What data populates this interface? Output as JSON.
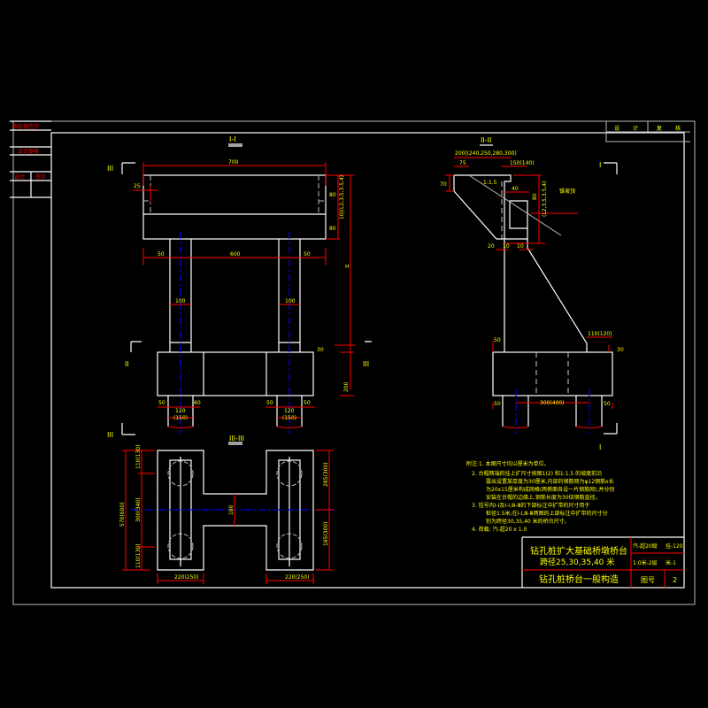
{
  "left_table": {
    "rows": [
      "审批核签字",
      "设计复核",
      "设计",
      "签字"
    ]
  },
  "top_right_table": {
    "cells": [
      "设",
      "计",
      "复",
      "核"
    ]
  },
  "view_front": {
    "title": "I-I",
    "dims": {
      "top": "700",
      "cap_lip": "25",
      "left_off": "50",
      "center": "600",
      "right_off": "50",
      "col1": "100",
      "col2": "100",
      "seat": "30",
      "footing": "200",
      "cap_h1": "80",
      "cap_h2": "80",
      "total": "H",
      "cap_total": "10|(L2,3,5,3.5,4)",
      "b_left1": "50",
      "b_left2": "60",
      "pile1": "120",
      "pile1b": "(150)",
      "b_right1": "50",
      "b_right2": "50",
      "pile2": "120",
      "pile2b": "(150)"
    }
  },
  "view_side": {
    "title": "II-II",
    "dims": {
      "top": "200|(240,250,280,300)",
      "d75": "75",
      "d150": "150(140)",
      "d70": "70",
      "slope": "1:1.5",
      "d40": "40",
      "h80": "80",
      "htot": "(L2,3,5,3.5,4)",
      "d10": "10",
      "d20": "20",
      "d10b": "10",
      "d10c": "10",
      "d50": "50",
      "d110": "110(120)",
      "d30": "30",
      "d50b": "50",
      "d300": "300(400)",
      "d50c": "50",
      "label": "锥坡顶"
    }
  },
  "view_plan": {
    "title": "III-III",
    "dims": {
      "left_top": "110(130)",
      "left_mid": "300(340)",
      "left_total": "570(600)",
      "left_bot": "110(130)",
      "mid": "180",
      "right_top": "285(300)",
      "right_bot": "185(300)",
      "bot_left": "220(250)",
      "bot_right": "220(250)"
    }
  },
  "section_marks": {
    "one": "I",
    "two": "II",
    "three": "III"
  },
  "notes": [
    "附注:1. 本图尺寸均以厘米为单位。",
    "2.  台帽两端的挂上扩尺寸按图1(2) 和1:1.5 的坡度前沿",
    "露出设置某厚度为30厘米,内部的钢筋网为φ12钢筋x长",
    "为20x15厘米构成网格(两侧面各设一片钢筋网),并分别",
    "安装在台帽的边缘上,钢筋长度为30倍钢筋直径。",
    "3.  括号内Ⅰ-Ⅰ及Ⅰ-Ⅰ,Ⅲ-Ⅲ的下部标注中扩带的尺寸用于",
    "桩径1.5米;在Ⅰ-Ⅰ,Ⅲ-Ⅲ两图的上部标注中扩带的尺寸分",
    "别为跨径30,35,40  米的桥台尺寸。",
    "4.  荷载: 汽-超20 x 1.0"
  ],
  "title_block": {
    "project_line1": "钻孔桩扩大基础桥墩桥台",
    "project_line2": "跨径25,30,35,40    米",
    "drawing_title": "钻孔桩桥台一般构造",
    "cell1": "汽-超20级",
    "cell2": "挂-120",
    "cell3": "1:0米-2层",
    "cell4": "米-1",
    "sheet_label": "图号",
    "sheet_no": "2"
  }
}
